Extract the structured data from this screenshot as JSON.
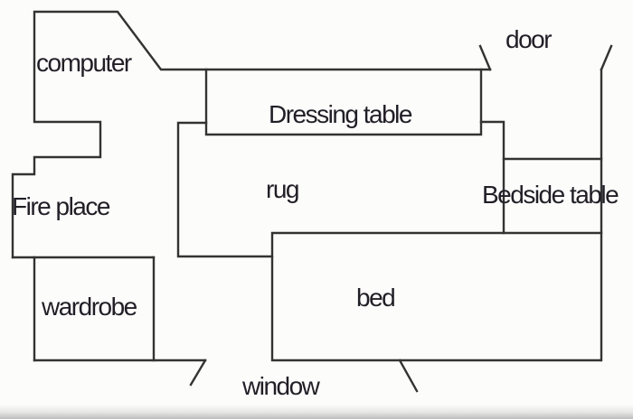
{
  "diagram": {
    "type": "floor-plan"
  },
  "colors": {
    "line": "#333333",
    "text": "#221e26",
    "background": "#fcfcfb"
  },
  "labels": {
    "computer": "computer",
    "door": "door",
    "dressing_table": "Dressing table",
    "rug": "rug",
    "fire_place": "Fire place",
    "bedside_table": "Bedside table",
    "wardrobe": "wardrobe",
    "bed": "bed",
    "window": "window"
  }
}
